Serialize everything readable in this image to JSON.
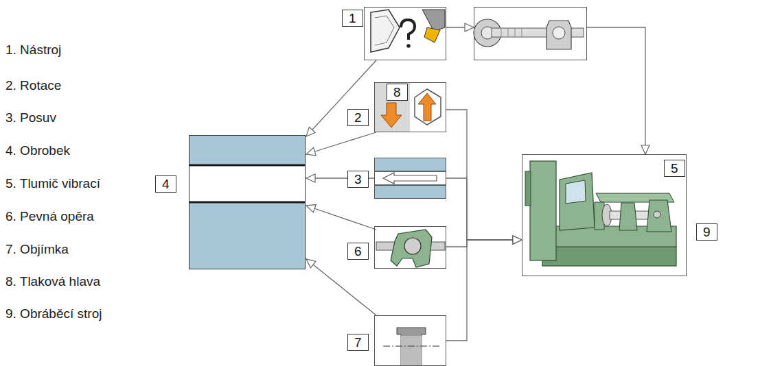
{
  "diagram": {
    "nodes": [
      {
        "text": [
          "4"
        ]
      },
      {
        "text": [
          "1"
        ]
      },
      {
        "text": []
      },
      {
        "text": [
          "2",
          "8"
        ]
      },
      {
        "text": [
          "3"
        ]
      },
      {
        "text": [
          "6"
        ]
      },
      {
        "text": [
          "7"
        ]
      },
      {
        "text": [
          "5",
          "9"
        ]
      }
    ],
    "edges": [
      {
        "from": 1,
        "to": 0,
        "arrow": "to"
      },
      {
        "from": 3,
        "to": 0,
        "arrow": "to"
      },
      {
        "from": 4,
        "to": 0,
        "arrow": "to"
      },
      {
        "from": 5,
        "to": 0,
        "arrow": "to"
      },
      {
        "from": 6,
        "to": 0,
        "arrow": "to"
      },
      {
        "from": 1,
        "to": 2,
        "arrow": "to"
      },
      {
        "from": 2,
        "to": 7,
        "arrow": "to"
      },
      {
        "from": 3,
        "to": 7,
        "arrow": "to"
      },
      {
        "from": 4,
        "to": 7,
        "arrow": "to"
      },
      {
        "from": 5,
        "to": 7,
        "arrow": "to"
      },
      {
        "from": 6,
        "to": 7,
        "arrow": "to"
      }
    ],
    "labels": [
      "1. Nástroj",
      "2. Rotace",
      "3. Posuv",
      "4. Obrobek",
      "5. Tlumič vibrací",
      "6. Pevná opěra",
      "7. Objímka",
      "8. Tlaková hlava",
      "9. Obráběcí stroj"
    ]
  }
}
